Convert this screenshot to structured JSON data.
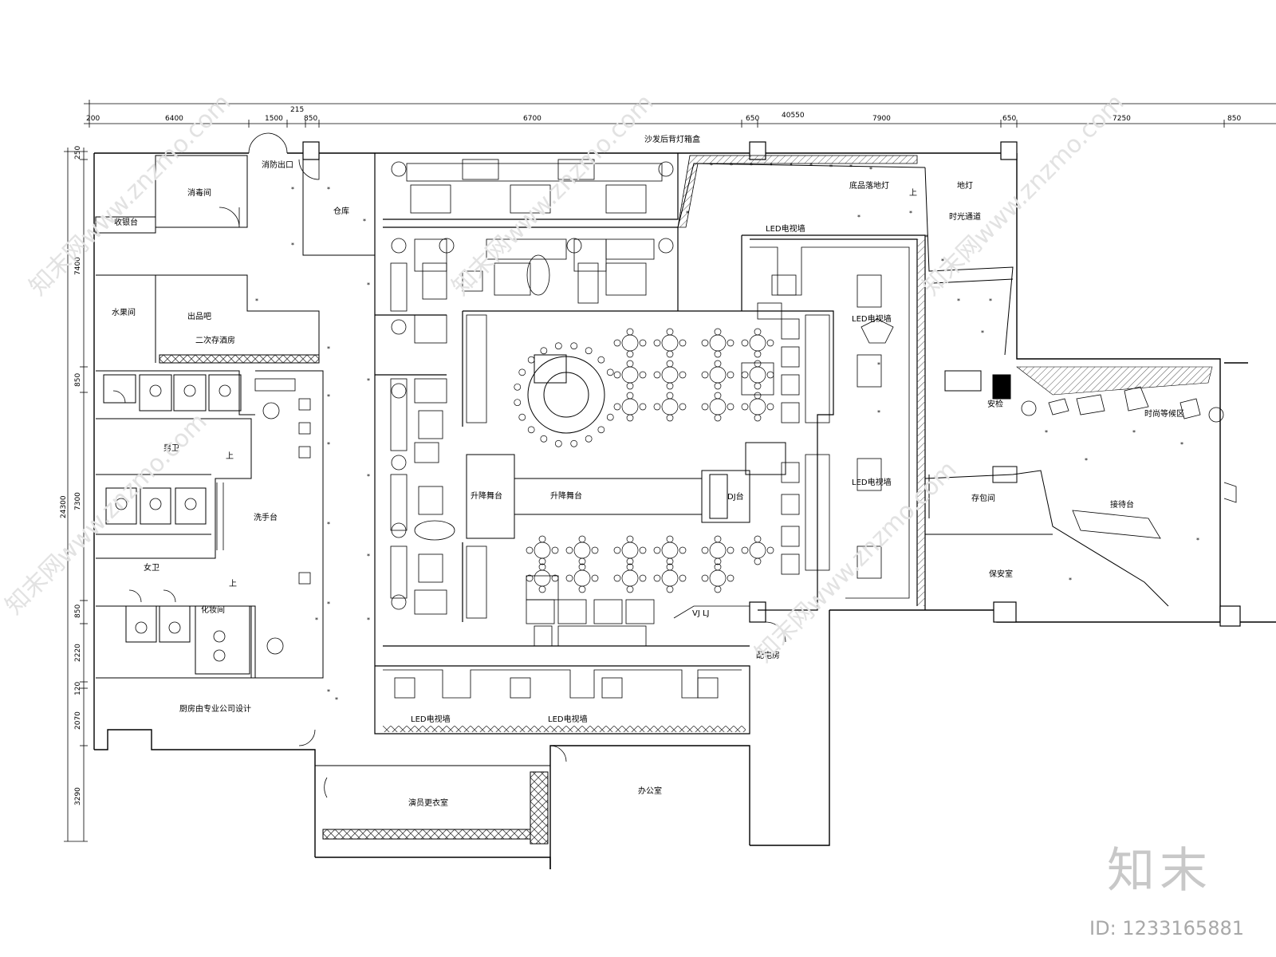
{
  "dimensions": {
    "top": [
      "200",
      "6400",
      "1500",
      "215",
      "850",
      "6700",
      "650",
      "40550",
      "7900",
      "650",
      "7250",
      "850"
    ],
    "left": [
      "250",
      "7400",
      "850",
      "24300",
      "7300",
      "850",
      "2220",
      "120",
      "2070",
      "3290"
    ]
  },
  "rooms": {
    "fire_exit": "消防出口",
    "disinfect": "消毒间",
    "cashier": "收银台",
    "storage": "仓库",
    "sofa_lightbox": "沙发后背灯箱盒",
    "floor_lights": "底品落地灯",
    "ground_lamp": "地灯",
    "time_tunnel": "时光通道",
    "fruit_room": "水果间",
    "bar": "出品吧",
    "wine_storage": "二次存酒房",
    "mens_wc": "男卫",
    "wash_area": "洗手台",
    "womens_wc": "女卫",
    "makeup": "化妆间",
    "kitchen": "厨房由专业公司设计",
    "lift_stage_a": "升降舞台",
    "lift_stage_b": "升降舞台",
    "dj_booth": "DJ台",
    "vj_lj": "VJ  LJ",
    "led_wall_1": "LED电视墙",
    "led_wall_2": "LED电视墙",
    "led_wall_3": "LED电视墙",
    "led_wall_4": "LED电视墙",
    "led_wall_5": "LED电视墙",
    "security_check": "安检",
    "fashion_lounge": "时尚等候区",
    "coat_check": "存包间",
    "reception": "接待台",
    "security_room": "保安室",
    "power_room": "配电房",
    "dressing_room": "演员更衣室",
    "office": "办公室",
    "up_label": "上"
  },
  "watermark": {
    "logo": "知末",
    "id": "ID: 1233165881",
    "diagonal": "知末网www.znzmo.com"
  }
}
